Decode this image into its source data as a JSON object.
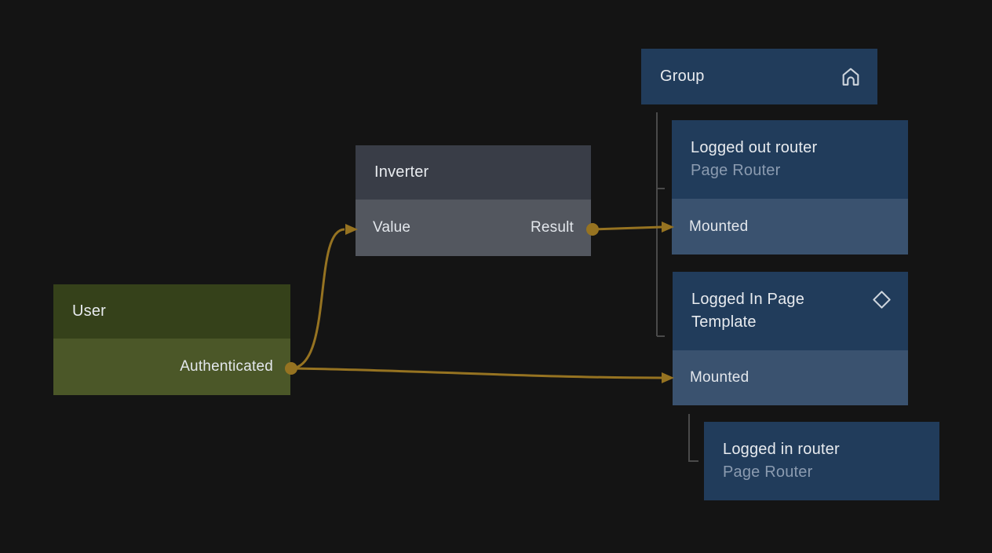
{
  "colors": {
    "bg": "#141414",
    "edge": "#967321",
    "tree": "#4a4a4a",
    "green-header": "#35411a",
    "green-body": "#4b5728",
    "gray-header": "#393d47",
    "gray-body": "#53575f",
    "blue-header": "#213c5b",
    "blue-body": "#3a526f",
    "title": "#e8ebef",
    "subtitle": "#8b9bb0",
    "port-text": "#e3e7ec",
    "icon": "#cdd4dc"
  },
  "nodes": {
    "user": {
      "title": "User",
      "output_label": "Authenticated"
    },
    "inverter": {
      "title": "Inverter",
      "input_label": "Value",
      "output_label": "Result"
    },
    "group": {
      "title": "Group",
      "icon": "home"
    },
    "logged_out_router": {
      "title": "Logged out router",
      "subtitle": "Page Router",
      "input_label": "Mounted"
    },
    "logged_in_page_template": {
      "title": "Logged In Page Template",
      "icon": "diamond",
      "input_label": "Mounted"
    },
    "logged_in_router": {
      "title": "Logged in router",
      "subtitle": "Page Router"
    }
  },
  "edges": [
    {
      "from": "User.Authenticated",
      "to": "Inverter.Value"
    },
    {
      "from": "Inverter.Result",
      "to": "Logged out router.Mounted"
    },
    {
      "from": "User.Authenticated",
      "to": "Logged In Page Template.Mounted"
    }
  ],
  "hierarchy": [
    {
      "parent": "Group",
      "children": [
        "Logged out router",
        "Logged In Page Template"
      ]
    },
    {
      "parent": "Logged In Page Template",
      "children": [
        "Logged in router"
      ]
    }
  ]
}
